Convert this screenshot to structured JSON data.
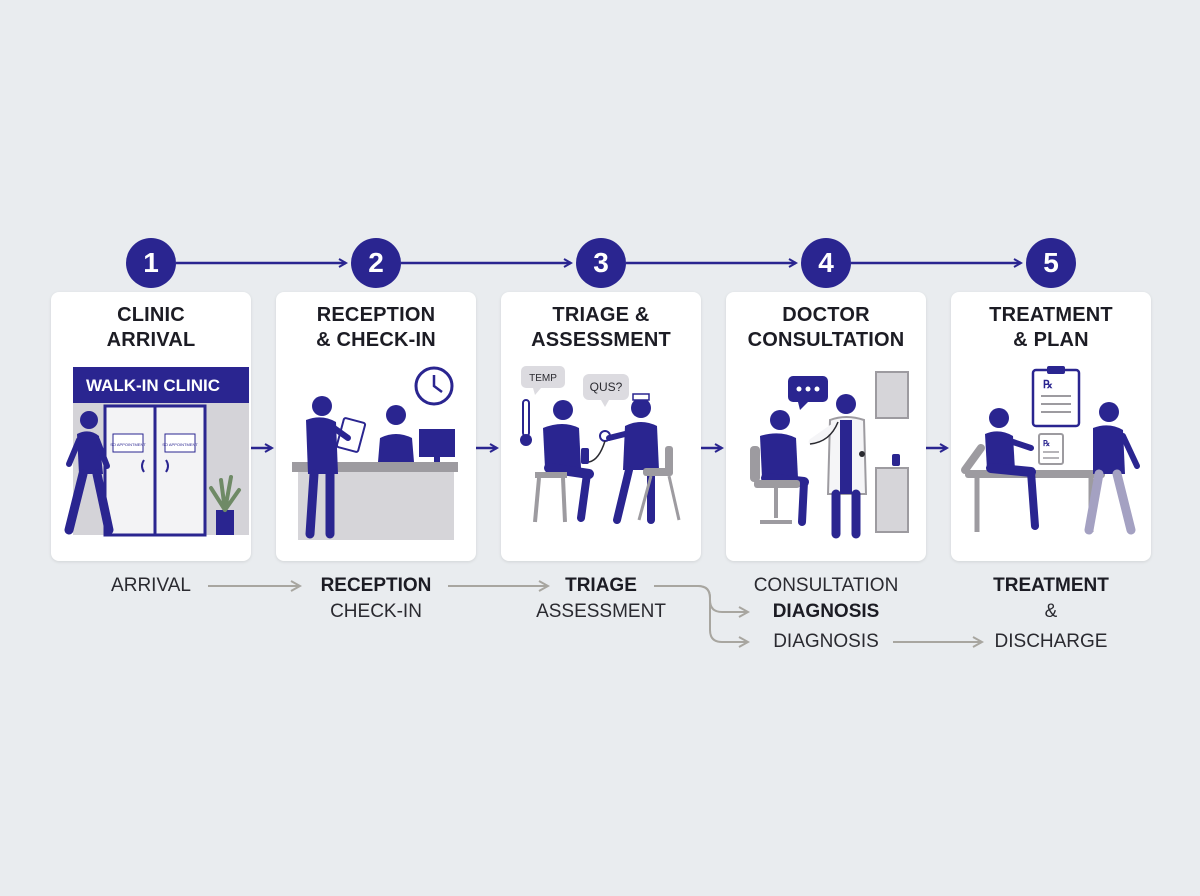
{
  "colors": {
    "primary": "#2a2590",
    "secondary": "#a4a1c2",
    "gray_arrow": "#a8a6a0",
    "background": "#e9ecef"
  },
  "steps": [
    {
      "number": "1",
      "title_line1": "CLINIC",
      "title_line2": "ARRIVAL",
      "icon": "walking-patient-icon",
      "sign_text": "WALK-IN CLINIC",
      "door_sign_left": "SO APPOINTMENT",
      "door_sign_right": "SO APPOINTMENT",
      "labels": {
        "line1": "ARRIVAL"
      }
    },
    {
      "number": "2",
      "title_line1": "RECEPTION",
      "title_line2": "& CHECK-IN",
      "icon": "reception-desk-icon",
      "labels": {
        "line1": "RECEPTION",
        "line2": "CHECK-IN"
      }
    },
    {
      "number": "3",
      "title_line1": "TRIAGE &",
      "title_line2": "ASSESSMENT",
      "icon": "nurse-triage-icon",
      "bubble_left": "TEMP",
      "bubble_right": "QUS?",
      "labels": {
        "line1": "TRIAGE",
        "line2": "ASSESSMENT"
      }
    },
    {
      "number": "4",
      "title_line1": "DOCTOR",
      "title_line2": "CONSULTATION",
      "icon": "doctor-consultation-icon",
      "labels": {
        "line1": "CONSULTATION",
        "line2": "DIAGNOSIS",
        "line3": "DIAGNOSIS"
      }
    },
    {
      "number": "5",
      "title_line1": "TREATMENT",
      "title_line2": "& PLAN",
      "icon": "treatment-plan-icon",
      "labels": {
        "line1": "TREATMENT",
        "line2": "&",
        "line3": "DISCHARGE"
      }
    }
  ]
}
